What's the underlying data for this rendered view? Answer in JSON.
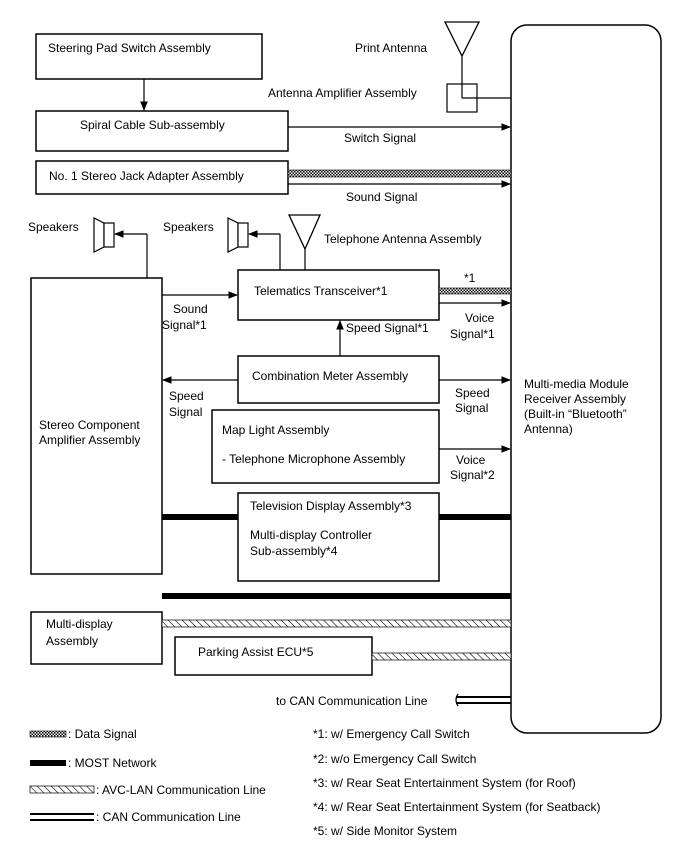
{
  "blocks": {
    "steering_pad": "Steering Pad Switch Assembly",
    "spiral_cable": "Spiral Cable Sub-assembly",
    "stereo_jack": "No. 1 Stereo Jack Adapter Assembly",
    "telematics": "Telematics Transceiver*1",
    "combination_meter": "Combination Meter Assembly",
    "map_light_line1": "Map Light Assembly",
    "map_light_line2": "- Telephone Microphone Assembly",
    "tv_line1": "Television Display Assembly*3",
    "tv_line2": "Multi-display Controller",
    "tv_line3": "Sub-assembly*4",
    "amp_line1": "Stereo Component",
    "amp_line2": "Amplifier Assembly",
    "multi_display_line1": "Multi-display",
    "multi_display_line2": "Assembly",
    "parking_assist": "Parking Assist ECU*5",
    "receiver_line1": "Multi-media Module",
    "receiver_line2": "Receiver Assembly",
    "receiver_line3": "(Built-in “Bluetooth”",
    "receiver_line4": "Antenna)"
  },
  "labels": {
    "print_antenna": "Print Antenna",
    "antenna_amp": "Antenna Amplifier Assembly",
    "switch_signal": "Switch Signal",
    "sound_signal": "Sound Signal",
    "speakers_left": "Speakers",
    "speakers_mid": "Speakers",
    "telephone_antenna": "Telephone Antenna Assembly",
    "star1": "*1",
    "sound_signal1_a": "Sound",
    "sound_signal1_b": "Signal*1",
    "voice_signal1_a": "Voice",
    "voice_signal1_b": "Signal*1",
    "speed_signal1": "Speed Signal*1",
    "speed_left_a": "Speed",
    "speed_left_b": "Signal",
    "speed_right_a": "Speed",
    "speed_right_b": "Signal",
    "voice_signal2_a": "Voice",
    "voice_signal2_b": "Signal*2",
    "can_line": "to CAN Communication Line"
  },
  "legend": [
    ": Data Signal",
    ": MOST Network",
    ": AVC-LAN Communication Line",
    ": CAN Communication Line"
  ],
  "notes": [
    "*1: w/ Emergency Call Switch",
    "*2: w/o Emergency Call Switch",
    "*3: w/ Rear Seat Entertainment System (for Roof)",
    "*4: w/ Rear Seat Entertainment System (for Seatback)",
    "*5: w/ Side Monitor System"
  ]
}
